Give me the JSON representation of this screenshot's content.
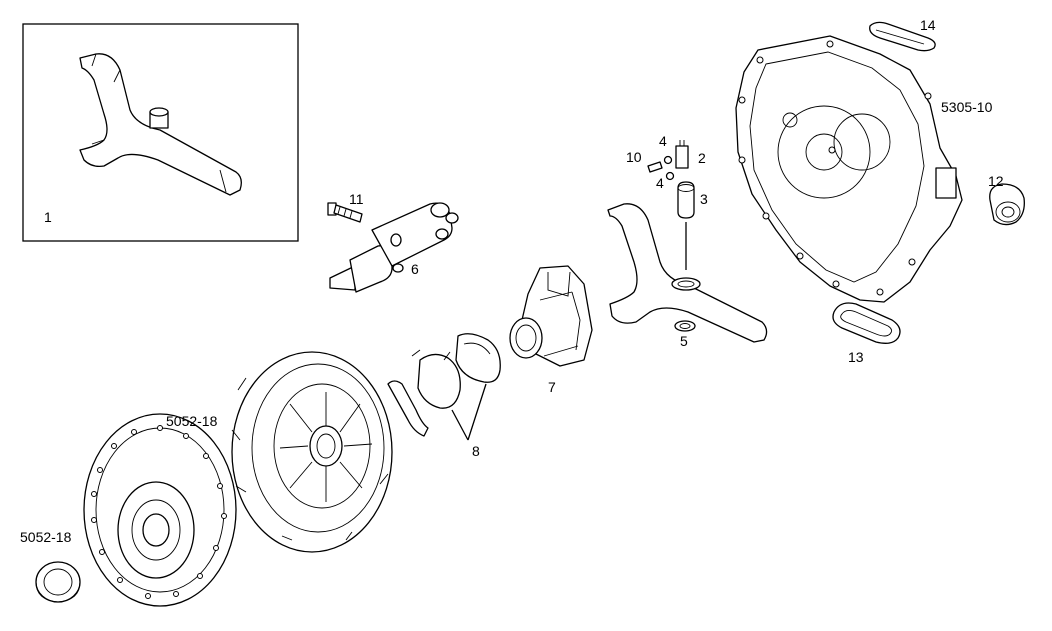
{
  "diagram": {
    "labels": {
      "l1": "1",
      "l2": "2",
      "l3": "3",
      "l4a": "4",
      "l4b": "4",
      "l5": "5",
      "l6": "6",
      "l7": "7",
      "l8": "8",
      "l10": "10",
      "l11": "11",
      "l12": "12",
      "l13": "13",
      "l14": "14",
      "housing": "5305-10",
      "clutch_cover": "5052-18",
      "bearing": "5052-18"
    }
  }
}
